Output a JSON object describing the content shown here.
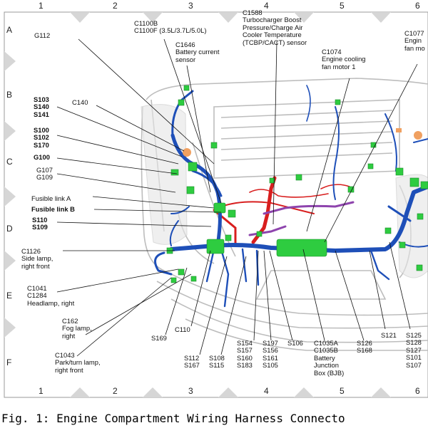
{
  "grid": {
    "columns": [
      "1",
      "2",
      "3",
      "4",
      "5",
      "6"
    ],
    "rows": [
      "A",
      "B",
      "C",
      "D",
      "E",
      "F"
    ]
  },
  "callouts": {
    "g112": "G112",
    "c1100": "C1100B\nC1100F (3.5L/3.7L/5.0L)",
    "c1646": "C1646\nBattery current\nsensor",
    "c1588": "C1588\nTurbocharger Boost\nPressure/Charge Air\nCooler Temperature\n(TCBP/CACT) sensor",
    "c1074": "C1074\nEngine cooling\nfan motor 1",
    "c1077": "C1077\nEngin\nfan mo",
    "s103": "S103\nS140\nS141",
    "c140": "C140",
    "s100": "S100\nS102\nS170",
    "g100": "G100",
    "g107": "G107\nG109",
    "fusible_a": "Fusible link A",
    "fusible_b": "Fusible link B",
    "s110": "S110\nS109",
    "c1126": "C1126\nSide lamp,\nright front",
    "c1041": "C1041\nC1284\nHeadlamp, right",
    "c162": "C162\nFog lamp,\nright",
    "c1043": "C1043\nPark/turn lamp,\nright front",
    "s169": "S169",
    "c110": "C110",
    "s112": "S112\nS167",
    "s108": "S108\nS115",
    "s154": "S154\nS157\nS160\nS183",
    "s197": "S197\nS156\nS161\nS105",
    "s106": "S106",
    "c1035": "C1035A\nC1035B\nBattery\nJunction\nBox (BJB)",
    "s126": "S126\nS168",
    "s121": "S121",
    "s125": "S125\nS128\nS127\nS101\nS107"
  },
  "caption": "Fig. 1: Engine Compartment Wiring Harness Connecto",
  "colors": {
    "harness_blue": "#1e4fb8",
    "connector_green": "#2ecc40",
    "wire_red": "#d81e1e",
    "wire_purple": "#8e44ad",
    "body_gray": "#c9c9c9",
    "grid_triangle": "#d6d6d6"
  }
}
